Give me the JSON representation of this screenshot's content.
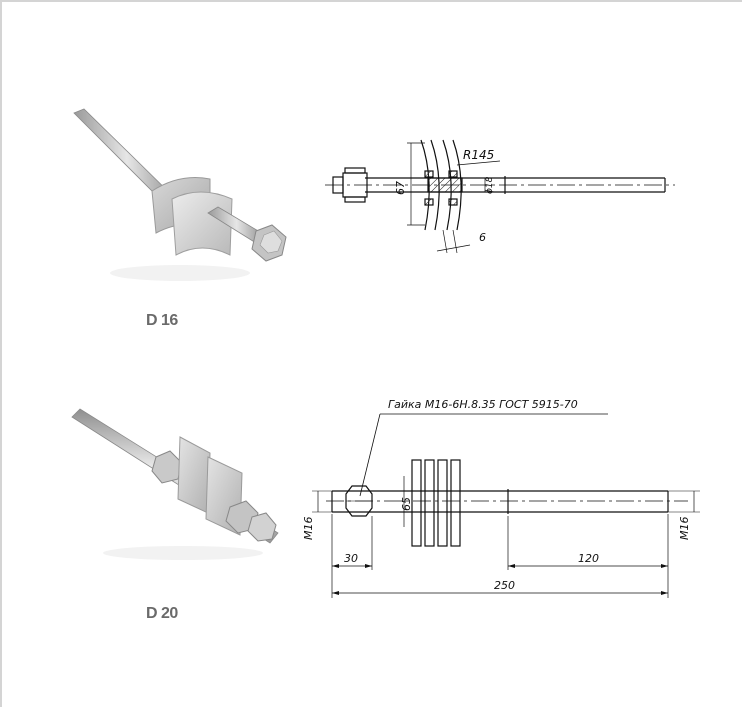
{
  "products": [
    {
      "label": "D 16",
      "drawing": {
        "radius_label": "R145",
        "diameter_label": "ϕ18",
        "height_label": "67",
        "thickness_label": "6"
      }
    },
    {
      "label": "D 20",
      "drawing": {
        "callout": "Гайка М16-6Н.8.35 ГОСТ 5915-70",
        "plate_height_label": "65",
        "thread_left_label": "M16",
        "thread_right_label": "M16",
        "nut_offset_label": "30",
        "thread_length_label": "120",
        "total_length_label": "250"
      }
    }
  ],
  "colors": {
    "frame": "#d4d4d4",
    "label": "#6a6a6a",
    "line": "#111111",
    "hatch": "#222222"
  }
}
